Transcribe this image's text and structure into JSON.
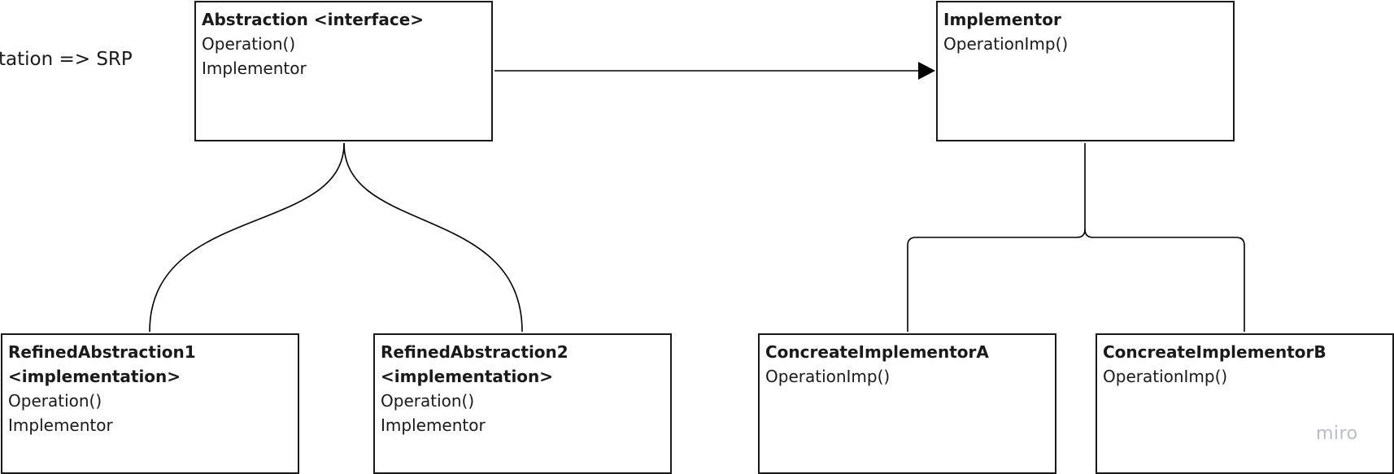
{
  "note": "tation => SRP",
  "boxes": {
    "abstraction": {
      "title": "Abstraction <interface>",
      "lines": [
        "Operation()",
        "Implementor"
      ]
    },
    "implementor": {
      "title": "Implementor",
      "lines": [
        "OperationImp()"
      ]
    },
    "refined1": {
      "title_line1": "RefinedAbstraction1",
      "title_line2": "<implementation>",
      "lines": [
        "Operation()",
        "Implementor"
      ]
    },
    "refined2": {
      "title_line1": "RefinedAbstraction2",
      "title_line2": "<implementation>",
      "lines": [
        "Operation()",
        "Implementor"
      ]
    },
    "concreteA": {
      "title": "ConcreateImplementorA",
      "lines": [
        "OperationImp()"
      ]
    },
    "concreteB": {
      "title": "ConcreateImplementorB",
      "lines": [
        "OperationImp()"
      ]
    }
  },
  "watermark": "miro",
  "colors": {
    "stroke": "#000000",
    "text": "#1a1a1a",
    "watermark": "#b9bccb"
  }
}
